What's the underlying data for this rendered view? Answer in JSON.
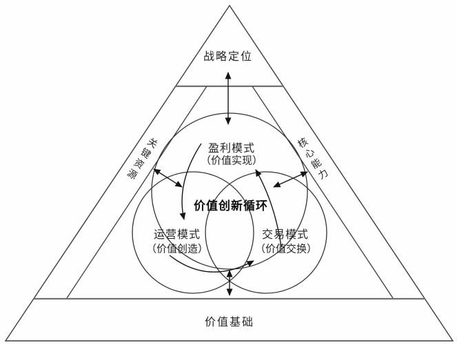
{
  "labels": {
    "strategic_positioning": "战略定位",
    "profit_model": {
      "title": "盈利模式",
      "subtitle": "（价值实现）"
    },
    "operation_model": {
      "title": "运营模式",
      "subtitle": "（价值创造）"
    },
    "transaction_model": {
      "title": "交易模式",
      "subtitle": "（价值交换）"
    },
    "value_innovation_cycle": "价值创新循环",
    "key_resources": "关键资源",
    "core_capabilities": "核心能力",
    "value_foundation": "价值基础"
  },
  "colors": {
    "triangle_line": "#3b3b3b",
    "divider_line": "#707070",
    "circle_line": "#333333",
    "arrow": "#141414",
    "text": "#262626",
    "background": "#fefefe"
  }
}
